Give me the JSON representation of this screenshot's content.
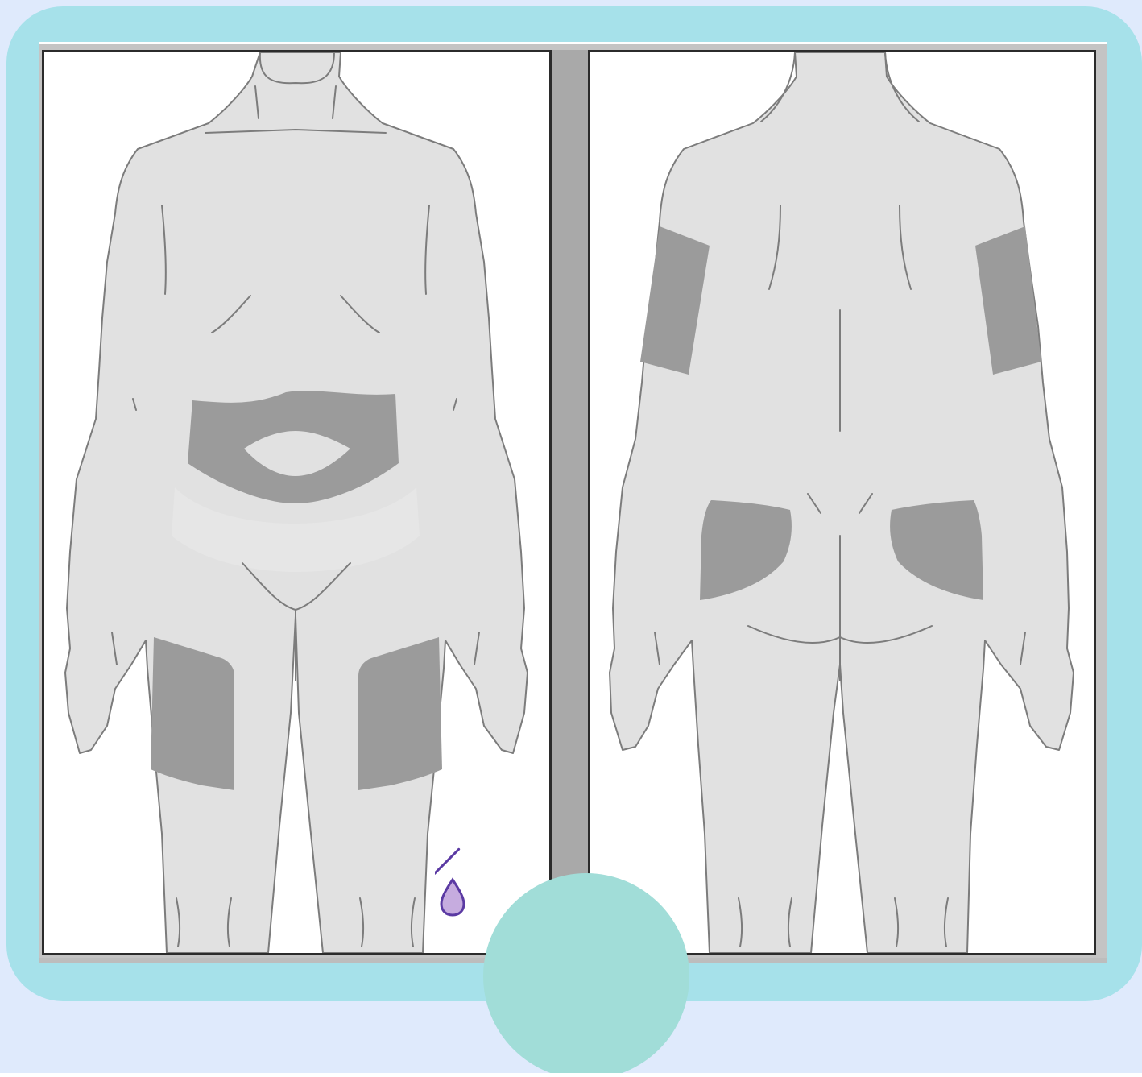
{
  "colors": {
    "page_background": "#dfeafc",
    "frame": "#a6e1ea",
    "gallery_background": "#c4c4c4",
    "panel_background": "#ffffff",
    "divider": "#a9a9a9",
    "body_fill": "#e1e1e1",
    "body_outline": "#7c7c7c",
    "injection_zone": "#9b9b9b",
    "badge_circle": "#a1ddd8",
    "syringe_outline": "#5b3aa3",
    "syringe_fill": "#7c4fb5",
    "syringe_light": "#c6acdf",
    "needle_tip": "#ffffff"
  },
  "panels": [
    {
      "view": "front",
      "injection_zones": [
        "abdomen",
        "left-thigh",
        "right-thigh"
      ]
    },
    {
      "view": "back",
      "injection_zones": [
        "left-upper-arm",
        "right-upper-arm",
        "left-buttock",
        "right-buttock"
      ]
    }
  ],
  "badge": {
    "icon": "syringe-icon",
    "accent_icon": "drop-icon"
  }
}
